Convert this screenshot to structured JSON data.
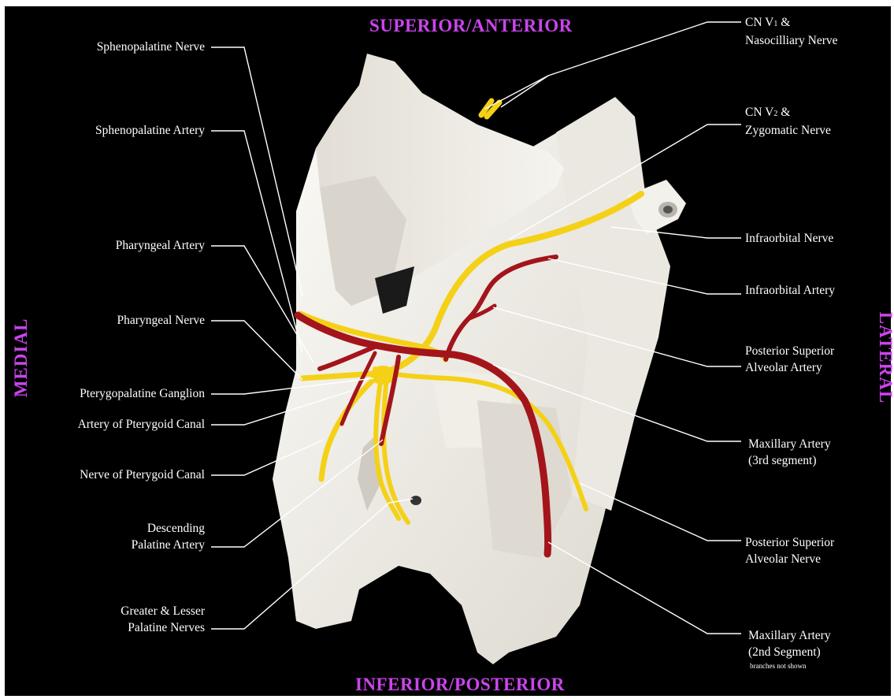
{
  "orientation": {
    "top": "SUPERIOR/ANTERIOR",
    "bottom": "INFERIOR/POSTERIOR",
    "left": "MEDIAL",
    "right": "LATERAL"
  },
  "labels_left": {
    "sphenopalatine_nerve": "Sphenopalatine Nerve",
    "sphenopalatine_artery": "Sphenopalatine Artery",
    "pharyngeal_artery": "Pharyngeal Artery",
    "pharyngeal_nerve": "Pharyngeal Nerve",
    "pterygopalatine_ganglion": "Pterygopalatine Ganglion",
    "artery_pterygoid_canal": "Artery of Pterygoid Canal",
    "nerve_pterygoid_canal": "Nerve of Pterygoid Canal",
    "descending_palatine_artery_1": "Descending",
    "descending_palatine_artery_2": "Palatine Artery",
    "palatine_nerves_1": "Greater & Lesser",
    "palatine_nerves_2": "Palatine Nerves"
  },
  "labels_right": {
    "cn_v1_prefix": "CN V",
    "cn_v1_sub": "1",
    "cn_v1_suffix": " &",
    "nasociliary": "Nasocilliary Nerve",
    "cn_v2_prefix": "CN V",
    "cn_v2_sub": "2",
    "cn_v2_suffix": " &",
    "zygomatic": "Zygomatic Nerve",
    "infraorbital_nerve": "Infraorbital Nerve",
    "infraorbital_artery": "Infraorbital Artery",
    "psa_artery_1": "Posterior Superior",
    "psa_artery_2": "Alveolar Artery",
    "maxillary_3rd_1": "Maxillary Artery",
    "maxillary_3rd_2": "(3rd segment)",
    "psa_nerve_1": "Posterior Superior",
    "psa_nerve_2": "Alveolar Nerve",
    "maxillary_2nd_1": "Maxillary Artery",
    "maxillary_2nd_2": "(2nd Segment)",
    "maxillary_2nd_note": "branches not shown"
  },
  "colors": {
    "background": "#000000",
    "bone_model": "#f1efe9",
    "nerve": "#f4d117",
    "artery": "#a3151b",
    "orientation_text": "#cc44ee",
    "label_text": "#ffffff"
  },
  "icons": {
    "model": "anatomical-model-pterygopalatine-fossa"
  }
}
